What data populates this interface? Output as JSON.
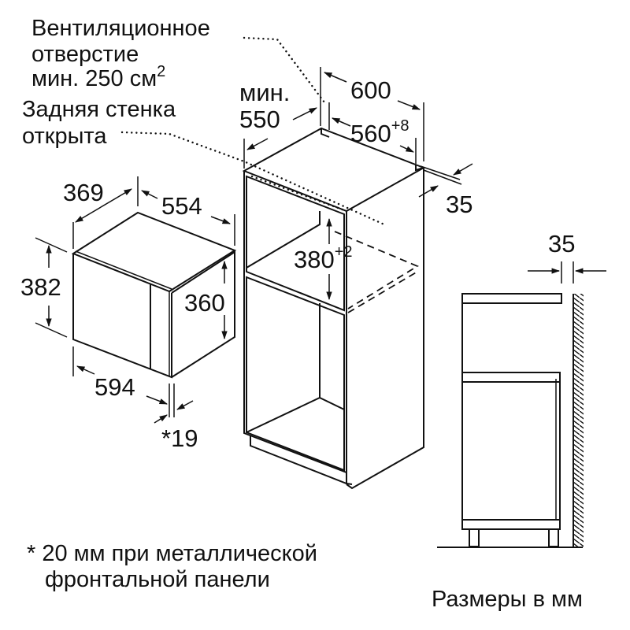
{
  "labels": {
    "vent_line1": "Вентиляционное",
    "vent_line2": "отверстие",
    "vent_line3": "мин. 250 см",
    "vent_sup": "2",
    "back_line1": "Задняя стенка",
    "back_line2": "открыта",
    "footnote_line1": "* 20 мм при металлической",
    "footnote_line2": "фронтальной панели",
    "units": "Размеры в мм"
  },
  "appliance_dims": {
    "depth": "369",
    "width_top": "554",
    "height_total": "382",
    "height_body": "360",
    "width_front": "594",
    "front_offset": "*19"
  },
  "cabinet_dims": {
    "min_label": "мин.",
    "min_depth": "550",
    "width": "600",
    "niche_width": "560",
    "niche_width_tol": "+8",
    "back_gap": "35",
    "niche_height": "380",
    "niche_height_tol": "+2"
  },
  "side_view_dims": {
    "wall_gap": "35"
  }
}
